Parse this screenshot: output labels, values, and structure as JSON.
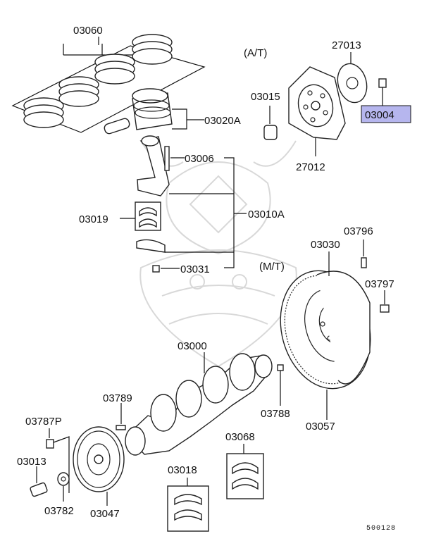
{
  "diagram": {
    "labels": {
      "p03060": "03060",
      "p03020a": "03020A",
      "p03006": "03006",
      "p03019": "03019",
      "p03010a": "03010A",
      "p03031": "03031",
      "at": "(A/T)",
      "p27013": "27013",
      "p03015": "03015",
      "p03004": "03004",
      "p27012": "27012",
      "mt": "(M/T)",
      "p03030": "03030",
      "p03796": "03796",
      "p03797": "03797",
      "p03000": "03000",
      "p03789": "03789",
      "p03788": "03788",
      "p03057": "03057",
      "p03787p": "03787P",
      "p03013": "03013",
      "p03068": "03068",
      "p03018": "03018",
      "p03782": "03782",
      "p03047": "03047",
      "ref": "500128"
    },
    "highlight_color": "#b6b6ee"
  }
}
